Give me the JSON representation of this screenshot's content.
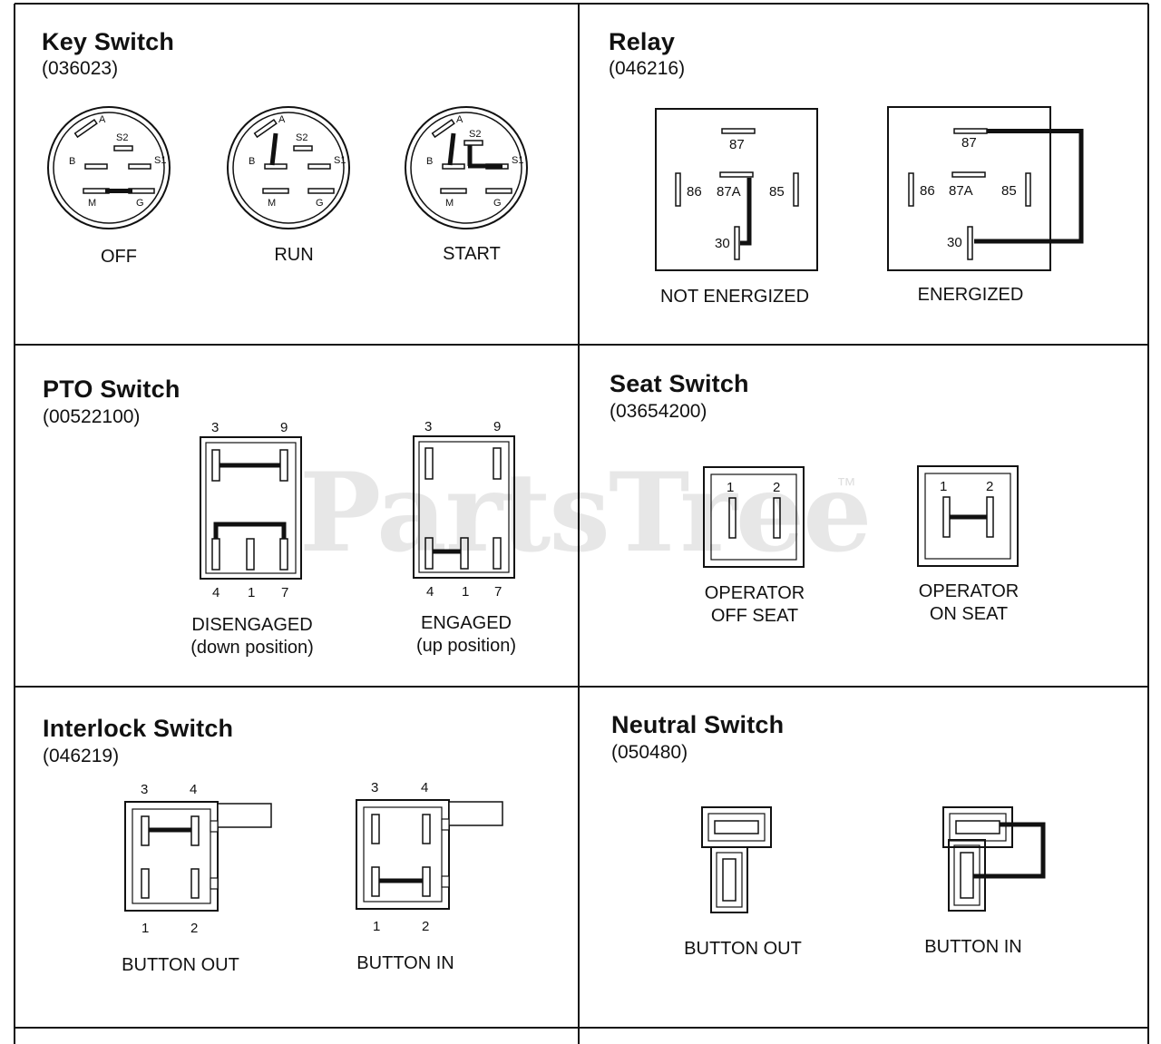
{
  "watermark": "PartsTree",
  "watermark_tm": "™",
  "panels": {
    "key_switch": {
      "title": "Key Switch",
      "part": "(036023)",
      "terminals": {
        "a": "A",
        "s2": "S2",
        "b": "B",
        "s1": "S1",
        "m": "M",
        "g": "G"
      },
      "states": {
        "off": "OFF",
        "run": "RUN",
        "start": "START"
      }
    },
    "relay": {
      "title": "Relay",
      "part": "(046216)",
      "terminals": {
        "t87": "87",
        "t86": "86",
        "t87a": "87A",
        "t85": "85",
        "t30": "30"
      },
      "states": {
        "not_energized": "NOT ENERGIZED",
        "energized": "ENERGIZED"
      }
    },
    "pto_switch": {
      "title": "PTO Switch",
      "part": "(00522100)",
      "terminals": {
        "t3": "3",
        "t9": "9",
        "t4": "4",
        "t1": "1",
        "t7": "7"
      },
      "states": {
        "disengaged": "DISENGAGED",
        "disengaged_note": "(down position)",
        "engaged": "ENGAGED",
        "engaged_note": "(up position)"
      }
    },
    "seat_switch": {
      "title": "Seat Switch",
      "part": "(03654200)",
      "terminals": {
        "t1": "1",
        "t2": "2"
      },
      "states": {
        "off_seat_1": "OPERATOR",
        "off_seat_2": "OFF SEAT",
        "on_seat_1": "OPERATOR",
        "on_seat_2": "ON SEAT"
      }
    },
    "interlock_switch": {
      "title": "Interlock Switch",
      "part": "(046219)",
      "terminals": {
        "t3": "3",
        "t4": "4",
        "t1": "1",
        "t2": "2"
      },
      "states": {
        "button_out": "BUTTON OUT",
        "button_in": "BUTTON IN"
      }
    },
    "neutral_switch": {
      "title": "Neutral Switch",
      "part": "(050480)",
      "states": {
        "button_out": "BUTTON OUT",
        "button_in": "BUTTON IN"
      }
    }
  }
}
